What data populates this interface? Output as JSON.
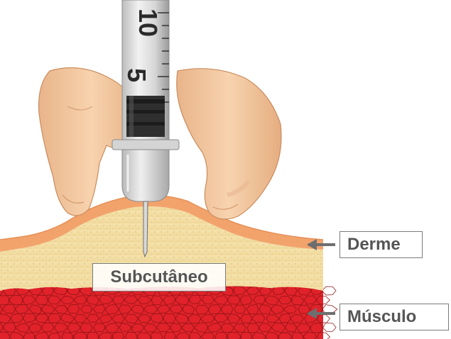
{
  "labels": {
    "derme": "Derme",
    "subcutaneo": "Subcutâneo",
    "musculo": "Músculo"
  },
  "syringe": {
    "scale_marks": [
      "10",
      "5"
    ]
  },
  "colors": {
    "skin_top": "#f2a36c",
    "subcutaneous": "#f2dfa4",
    "muscle": "#e1222a",
    "muscle_lines": "#8a1414",
    "finger": "#f3c59c",
    "arrow": "#6e6e6e"
  }
}
